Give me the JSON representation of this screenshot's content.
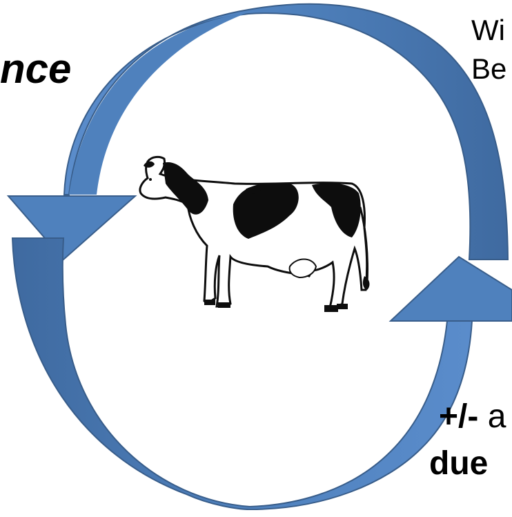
{
  "fragments": {
    "top_left": "nce",
    "top_right_line1": "Wi",
    "top_right_line2": "Be",
    "bottom_line1_bold": "+/-",
    "bottom_line1_rest": " a",
    "bottom_line2": "due"
  },
  "colors": {
    "arrow_fill": "#4f81bd",
    "arrow_stroke": "#385d8a",
    "arrow_shade": "#3f6aa0",
    "cow_black": "#0d0d0d",
    "background": "#ffffff"
  },
  "icons": {
    "center": "cow-icon",
    "top_arrow": "cycle-arrow-icon",
    "bottom_arrow": "cycle-arrow-icon"
  }
}
